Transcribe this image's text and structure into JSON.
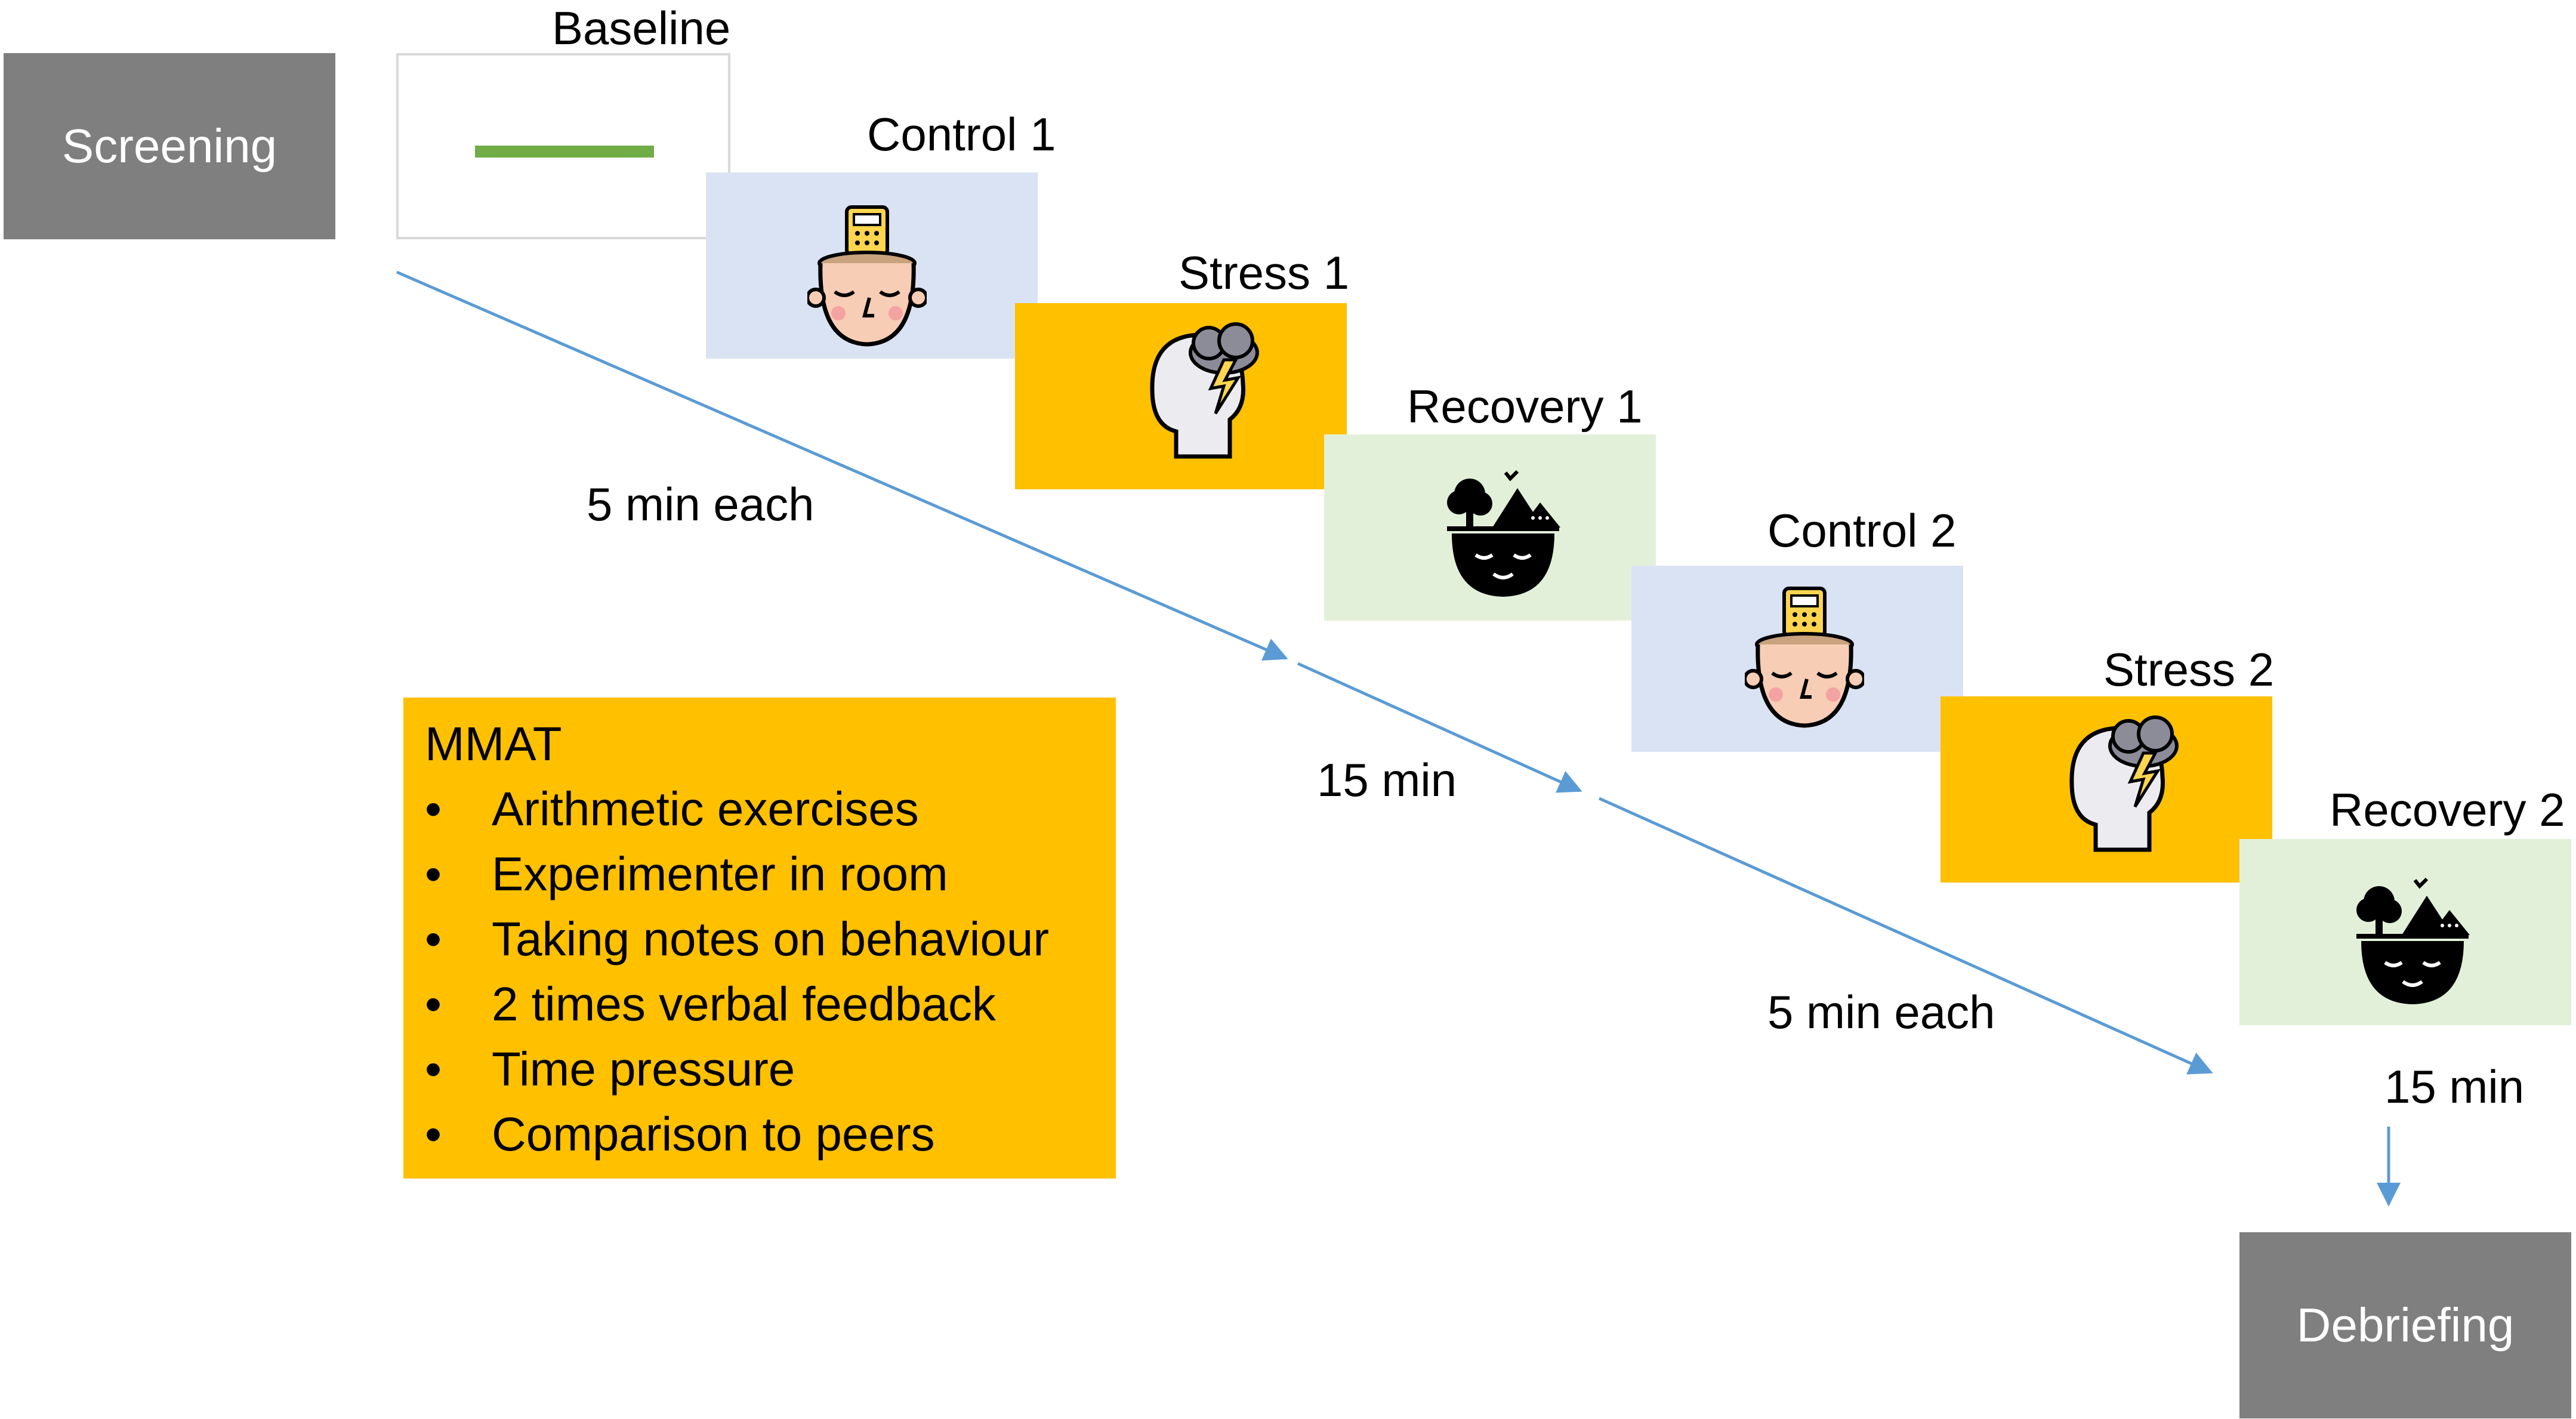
{
  "colors": {
    "gray_box": "#7f7f7f",
    "control": "#dae3f3",
    "stress": "#ffc000",
    "recovery": "#e2f0d9",
    "baseline_line": "#70ad47",
    "arrow": "#5b9bd5"
  },
  "screening": {
    "label": "Screening"
  },
  "debriefing": {
    "label": "Debriefing"
  },
  "phases": {
    "baseline": {
      "label": "Baseline",
      "icon": "green-line-icon"
    },
    "control_1": {
      "label": "Control 1",
      "icon": "head-calculator-icon"
    },
    "stress_1": {
      "label": "Stress 1",
      "icon": "head-storm-cloud-icon"
    },
    "recovery_1": {
      "label": "Recovery 1",
      "icon": "head-nature-icon"
    },
    "control_2": {
      "label": "Control 2",
      "icon": "head-calculator-icon"
    },
    "stress_2": {
      "label": "Stress 2",
      "icon": "head-storm-cloud-icon"
    },
    "recovery_2": {
      "label": "Recovery 2",
      "icon": "head-nature-icon"
    }
  },
  "durations": {
    "first_block": "5 min each",
    "middle": "15 min",
    "second_block": "5 min each",
    "final": "15 min"
  },
  "mmat": {
    "title": "MMAT",
    "bullet": "•",
    "items": [
      "Arithmetic exercises",
      "Experimenter in room",
      "Taking notes on behaviour",
      "2 times verbal feedback",
      "Time pressure",
      "Comparison to peers"
    ]
  }
}
